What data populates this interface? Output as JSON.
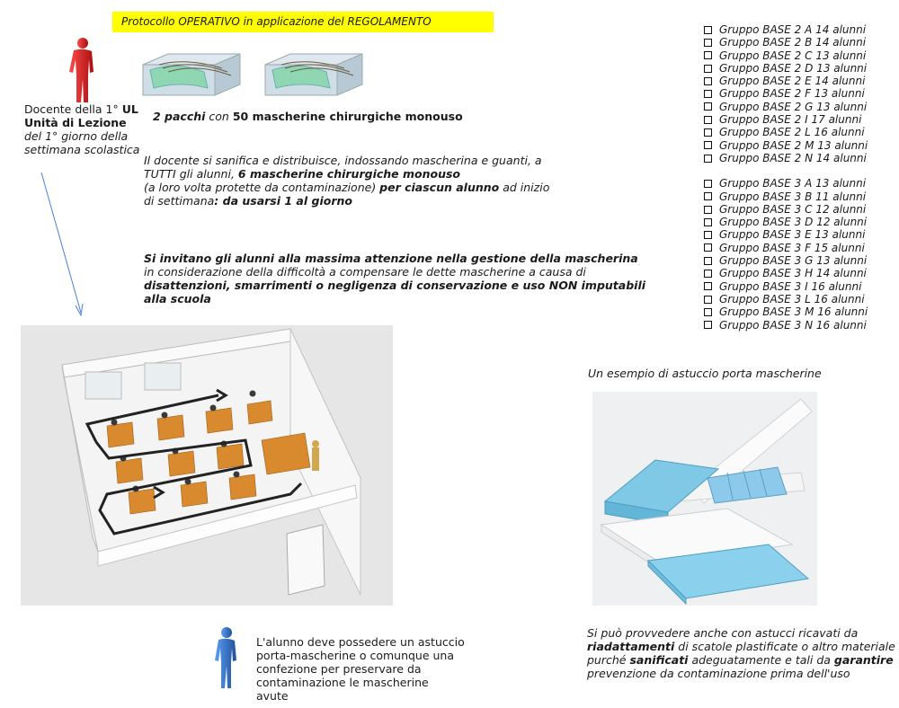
{
  "banner": {
    "text": "Protocollo OPERATIVO in applicazione del REGOLAMENTO"
  },
  "teacher": {
    "line1_pre": "Docente della 1° ",
    "line1_bold": "UL",
    "line2_bold": "Unità di Lezione",
    "line3": "del 1° giorno della",
    "line4": "settimana scolastica"
  },
  "packs": {
    "count_bold": "2 pacchi",
    "mid": " con ",
    "desc_bold": "50 mascherine chirurgiche monouso"
  },
  "distribution": {
    "line1": "Il docente si sanifica e distribuisce, indossando mascherina e guanti, a",
    "line2_pre": "TUTTI gli alunni, ",
    "line2_bold": "6 mascherine chirurgiche monouso",
    "line3_pre": "(a loro volta protette da contaminazione) ",
    "line3_bold": "per ciascun alunno",
    "line3_post": " ad inizio",
    "line4_pre": "di settimana",
    "line4_bold": ": da usarsi 1 al giorno"
  },
  "invite": {
    "line1_bold": "Si invitano gli alunni alla massima attenzione nella gestione della mascherina",
    "line2": "in considerazione della difficoltà a compensare le dette mascherine a causa di",
    "line3_bold": "disattenzioni, smarrimenti o negligenza di conservazione e uso NON imputabili",
    "line4_bold": "alla scuola"
  },
  "groups_3_header": "",
  "groups": {
    "base2": [
      "Gruppo BASE 2 A 14 alunni",
      "Gruppo BASE 2 B 14 alunni",
      "Gruppo BASE 2 C 13 alunni",
      "Gruppo BASE 2 D 13 alunni",
      "Gruppo BASE 2 E 14 alunni",
      "Gruppo BASE 2 F 13 alunni",
      "Gruppo BASE 2 G 13 alunni",
      "Gruppo BASE 2 I 17 alunni",
      "Gruppo BASE 2 L 16 alunni",
      "Gruppo BASE 2 M 13 alunni",
      "Gruppo BASE 2 N 14 alunni"
    ],
    "base3": [
      "Gruppo BASE 3 A 13 alunni",
      "Gruppo BASE 3 B 11 alunni",
      "Gruppo BASE 3 C 12 alunni",
      "Gruppo BASE 3 D 12 alunni",
      "Gruppo BASE 3 E 13 alunni",
      "Gruppo BASE 3 F 15 alunni",
      "Gruppo BASE 3 G 13 alunni",
      "Gruppo BASE 3 H 14 alunni",
      "Gruppo BASE 3 I 16 alunni",
      "Gruppo BASE 3 L 16 alunni",
      "Gruppo BASE 3 M 16 alunni",
      "Gruppo BASE 3 N 16 alunni"
    ]
  },
  "example_caption": "Un esempio  di astuccio porta mascherine",
  "student_note": {
    "line1": "L'alunno deve possedere un astuccio",
    "line2": "porta-mascherine o comunque una",
    "line3": "confezione  per preservare da",
    "line4": "contaminazione  le mascherine",
    "line5": "avute"
  },
  "case_note": {
    "line1": "Si può provvedere anche con astucci ricavati da",
    "line2_bold": "riadattamenti",
    "line2_post": " di scatole plastificate  o altro materiale",
    "line3_pre": "purché ",
    "line3_bold": "sanificati",
    "line3_mid": " adeguatamente e tali da ",
    "line3_bold2": "garantire",
    "line4": "prevenzione da contaminazione prima dell'uso"
  },
  "colors": {
    "banner": "#ffff00",
    "teacher_figure": "#d42020",
    "student_figure": "#2a6fc9",
    "arrow": "#4a7fd6",
    "mask_green": "#8fd6b2",
    "case_blue": "#7fc8e6"
  },
  "icons": [
    "teacher-figure-icon",
    "student-figure-icon",
    "mask-pack-icon",
    "classroom-illustration",
    "mask-case-photo"
  ]
}
